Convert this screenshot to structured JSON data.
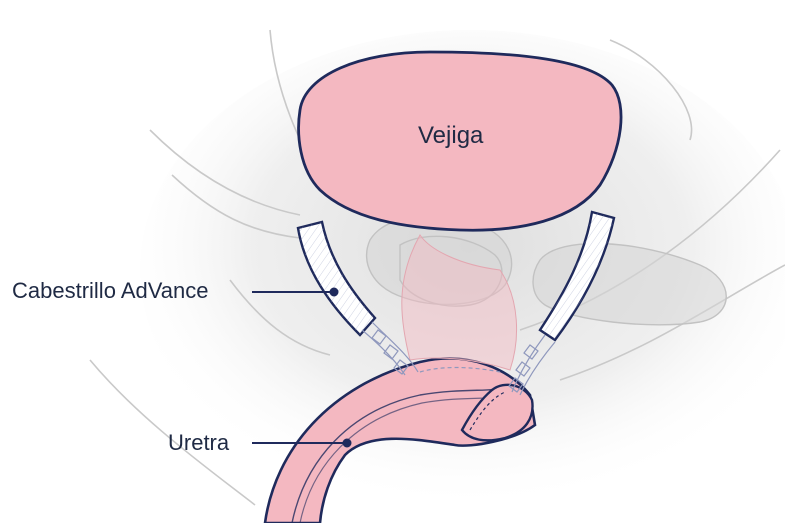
{
  "labels": {
    "bladder": "Vejiga",
    "sling": "Cabestrillo AdVance",
    "urethra": "Uretra"
  },
  "colors": {
    "organ_fill": "#f4b8c1",
    "organ_outline": "#1f2a5c",
    "anatomy_line": "#c9c9c9",
    "shadow": "#e4e4e4",
    "label_text": "#1f2a44",
    "sling_fill": "#ffffff"
  }
}
